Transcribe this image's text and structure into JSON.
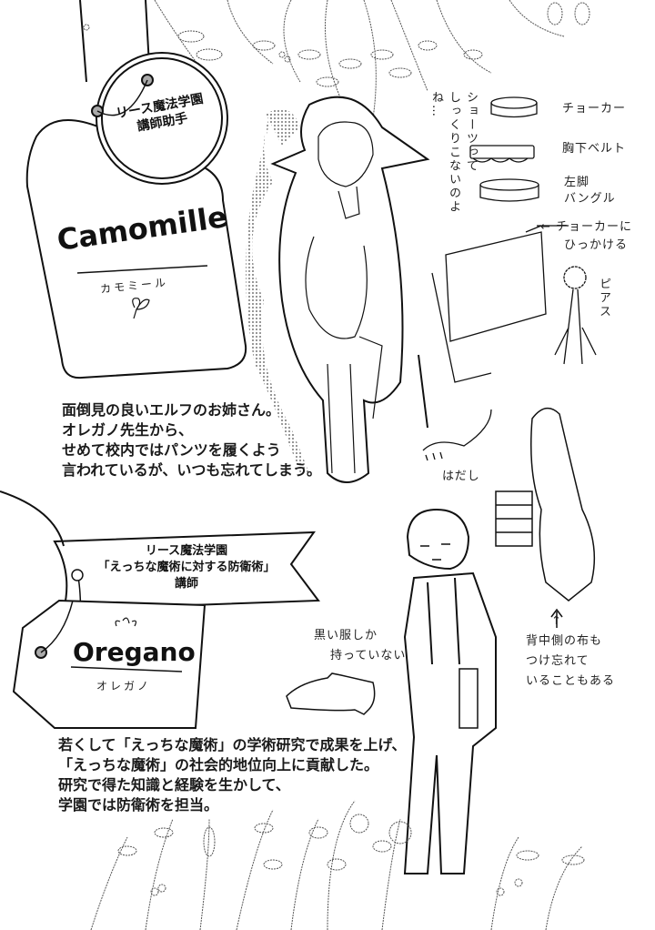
{
  "page": {
    "type": "manga-character-profile"
  },
  "characters": [
    {
      "name_en": "Camomille",
      "name_jp": "カモミール",
      "affiliation_lines": [
        "リース魔法学園",
        "講師助手"
      ],
      "description_lines": [
        "面倒見の良いエルフのお姉さん。",
        "オレガノ先生から、",
        "せめて校内ではパンツを履くよう",
        "言われているが、いつも忘れてしまう。"
      ],
      "speech_vertical": [
        "ショーツって",
        "しっくりこないのよね…"
      ],
      "notes": [
        {
          "label": "チョーカー"
        },
        {
          "label": "胸下ベルト"
        },
        {
          "label": "左脚バングル",
          "lines": [
            "左脚",
            "バングル"
          ]
        },
        {
          "label": "チョーカーにひっかける",
          "lines": [
            "← チョーカーに",
            "ひっかける"
          ]
        },
        {
          "label": "ピアス"
        },
        {
          "label": "はだし"
        },
        {
          "label": "背中側の布もつけ忘れていることもある",
          "lines": [
            "↑",
            "背中側の布も",
            "つけ忘れて",
            "いることもある"
          ]
        }
      ]
    },
    {
      "name_en": "Oregano",
      "name_jp": "オレガノ",
      "affiliation_lines": [
        "リース魔法学園",
        "「えっちな魔術に対する防衛術」",
        "講師"
      ],
      "description_lines": [
        "若くして「えっちな魔術」の学術研究で成果を上げ、",
        "「えっちな魔術」の社会的地位向上に貢献した。",
        "研究で得た知識と経験を生かして、",
        "学園では防衛術を担当。"
      ],
      "notes": [
        {
          "label": "黒い服しか持っていない",
          "lines": [
            "黒い服しか",
            "持っていない"
          ]
        }
      ]
    }
  ],
  "colors": {
    "ink": "#111111",
    "paper": "#ffffff",
    "screentone": "#9a9a9a"
  }
}
